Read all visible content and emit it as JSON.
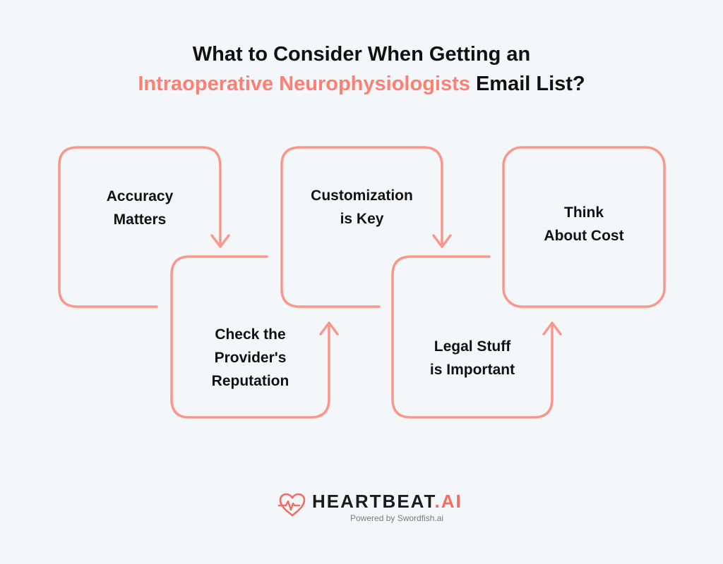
{
  "title": {
    "line1": "What to Consider When Getting an",
    "line2_accent": "Intraoperative Neurophysiologists",
    "line2_rest": " Email List?"
  },
  "colors": {
    "background": "#f3f7fa",
    "accent": "#ff7f72",
    "stroke": "#fa978c",
    "text": "#111111"
  },
  "steps": [
    {
      "line1": "Accuracy",
      "line2": "Matters",
      "line3": ""
    },
    {
      "line1": "Check the",
      "line2": "Provider's",
      "line3": "Reputation"
    },
    {
      "line1": "Customization",
      "line2": "is Key",
      "line3": ""
    },
    {
      "line1": "Legal Stuff",
      "line2": "is Important",
      "line3": ""
    },
    {
      "line1": "Think",
      "line2": "About Cost",
      "line3": ""
    }
  ],
  "footer": {
    "brand": "HEARTBEAT",
    "brand_suffix": ".AI",
    "powered_by": "Powered by Swordfish.ai",
    "logo_icon": "heart-pulse-icon"
  }
}
